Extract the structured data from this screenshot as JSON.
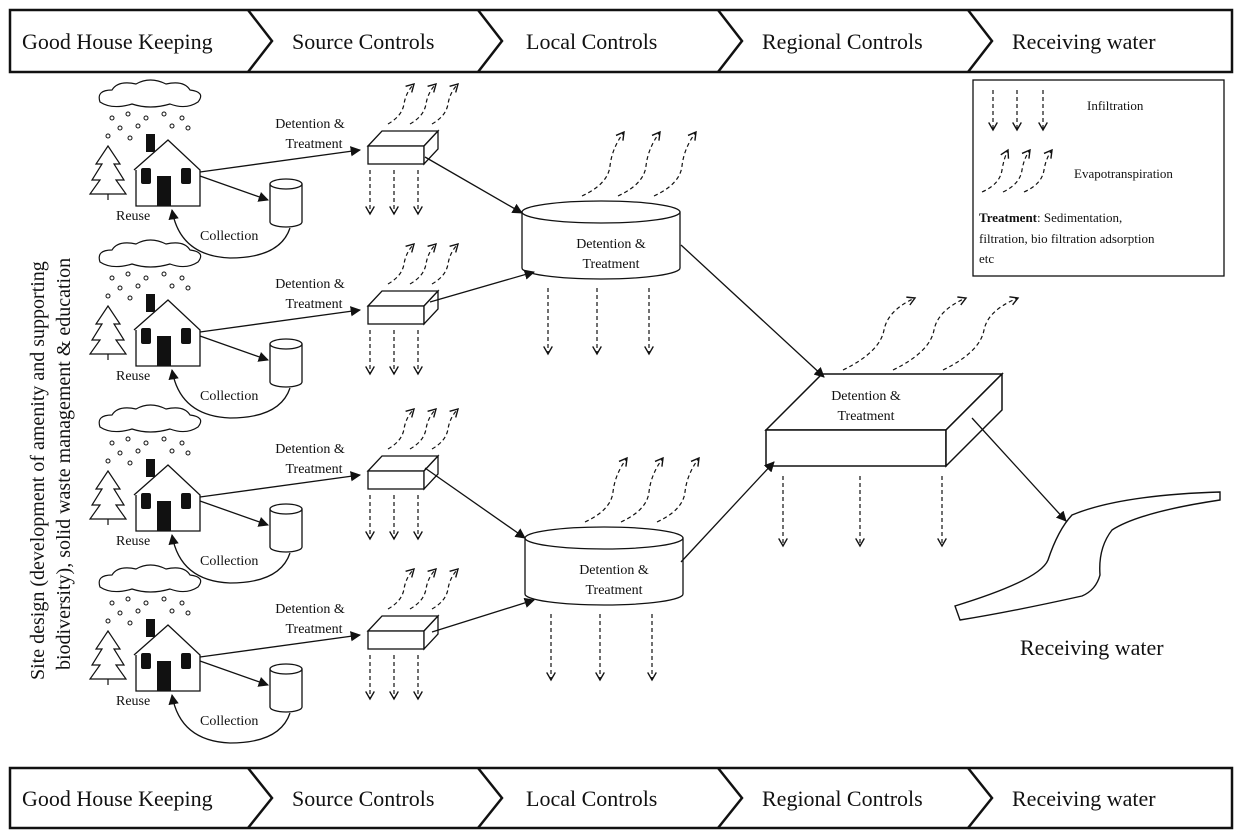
{
  "stages": [
    "Good House Keeping",
    "Source Controls",
    "Local Controls",
    "Regional Controls",
    "Receiving water"
  ],
  "bottom_stages": [
    "Good House Keeping",
    "Source Controls",
    "Local Controls",
    "Regional Controls",
    "Receiving water"
  ],
  "side_text": {
    "line1": "Site design (development of amenity and supporting",
    "line2": "biodiversity), solid waste management & education"
  },
  "labels": {
    "reuse": "Reuse",
    "collection": "Collection",
    "detention_treatment_1": "Detention &",
    "detention_treatment_2": "Treatment",
    "receiving_water": "Receiving water"
  },
  "legend": {
    "infiltration": "Infiltration",
    "evapotranspiration": "Evapotranspiration",
    "treatment_bold": "Treatment",
    "treatment_line1": ": Sedimentation,",
    "treatment_line2": "filtration, bio filtration adsorption",
    "treatment_line3": "etc"
  },
  "colors": {
    "line": "#111111",
    "background": "#ffffff"
  }
}
